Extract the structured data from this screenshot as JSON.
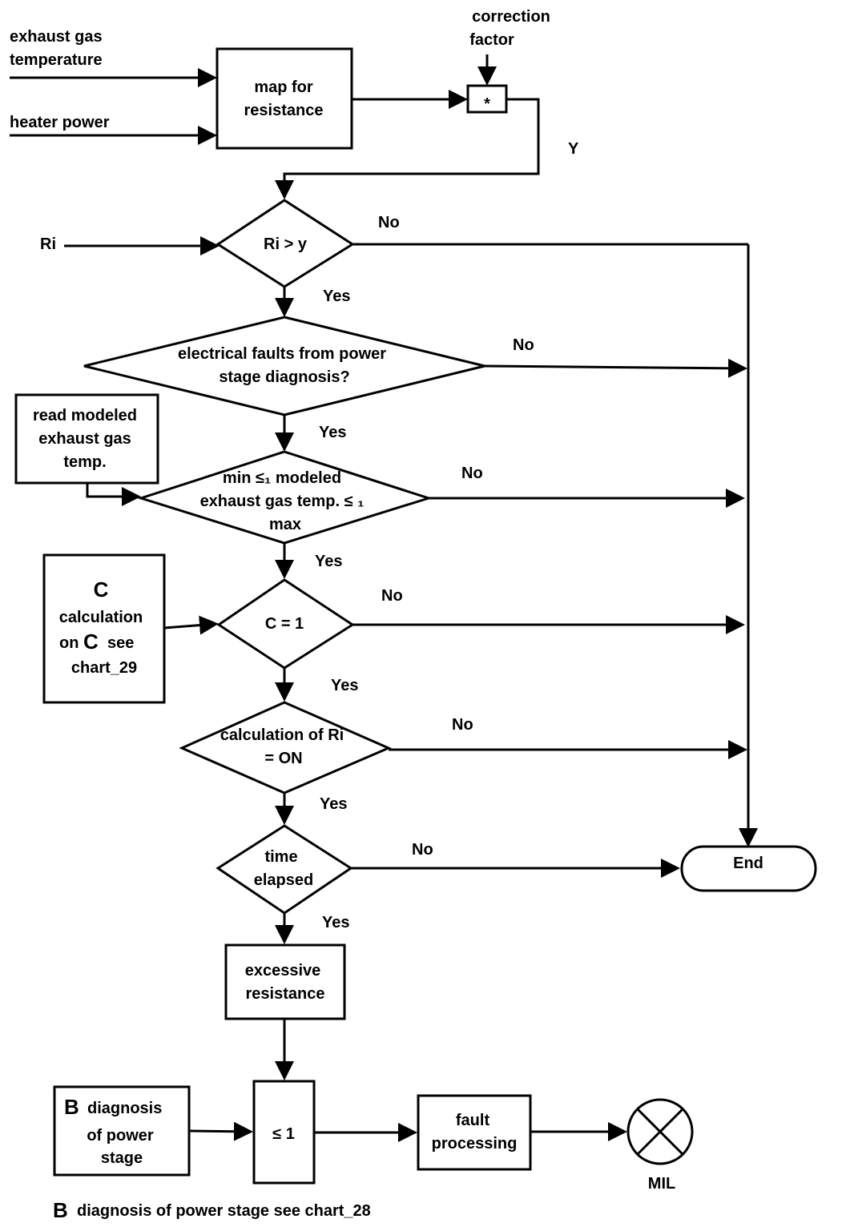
{
  "inputs": {
    "exhaust_gas_temperature": [
      "exhaust gas",
      "temperature"
    ],
    "heater_power": "heater power",
    "correction_factor": [
      "correction",
      "factor"
    ],
    "ri": "Ri"
  },
  "map_box": [
    "map for",
    "resistance"
  ],
  "multiplier": "*",
  "y_label": "Y",
  "decisions": {
    "ri_gt_y": "Ri > y",
    "electrical_faults": [
      "electrical faults from power",
      "stage diagnosis?"
    ],
    "modeled_temp": [
      "min ≤₁  modeled",
      "exhaust gas temp. ≤ ₁",
      "max"
    ],
    "c_equals_1": "C = 1",
    "calc_ri_on": [
      "calculation of Ri",
      "= ON"
    ],
    "time_elapsed": [
      "time",
      "elapsed"
    ]
  },
  "branch_labels": {
    "yes": "Yes",
    "no": "No"
  },
  "read_modeled_box": [
    "read modeled",
    "exhaust gas",
    "temp."
  ],
  "c_box": {
    "letter": "C",
    "lines": [
      "calculation",
      "on",
      "see",
      "chart_29"
    ]
  },
  "excessive_resistance": [
    "excessive",
    "resistance"
  ],
  "or_gate": "≤ 1",
  "b_box": {
    "letter": "B",
    "lines": [
      "diagnosis",
      "of power",
      "stage"
    ]
  },
  "fault_processing": [
    "fault",
    "processing"
  ],
  "end_label": "End",
  "mil_label": "MIL",
  "footnote": {
    "letter": "B",
    "text": "diagnosis of power stage see chart_28"
  }
}
